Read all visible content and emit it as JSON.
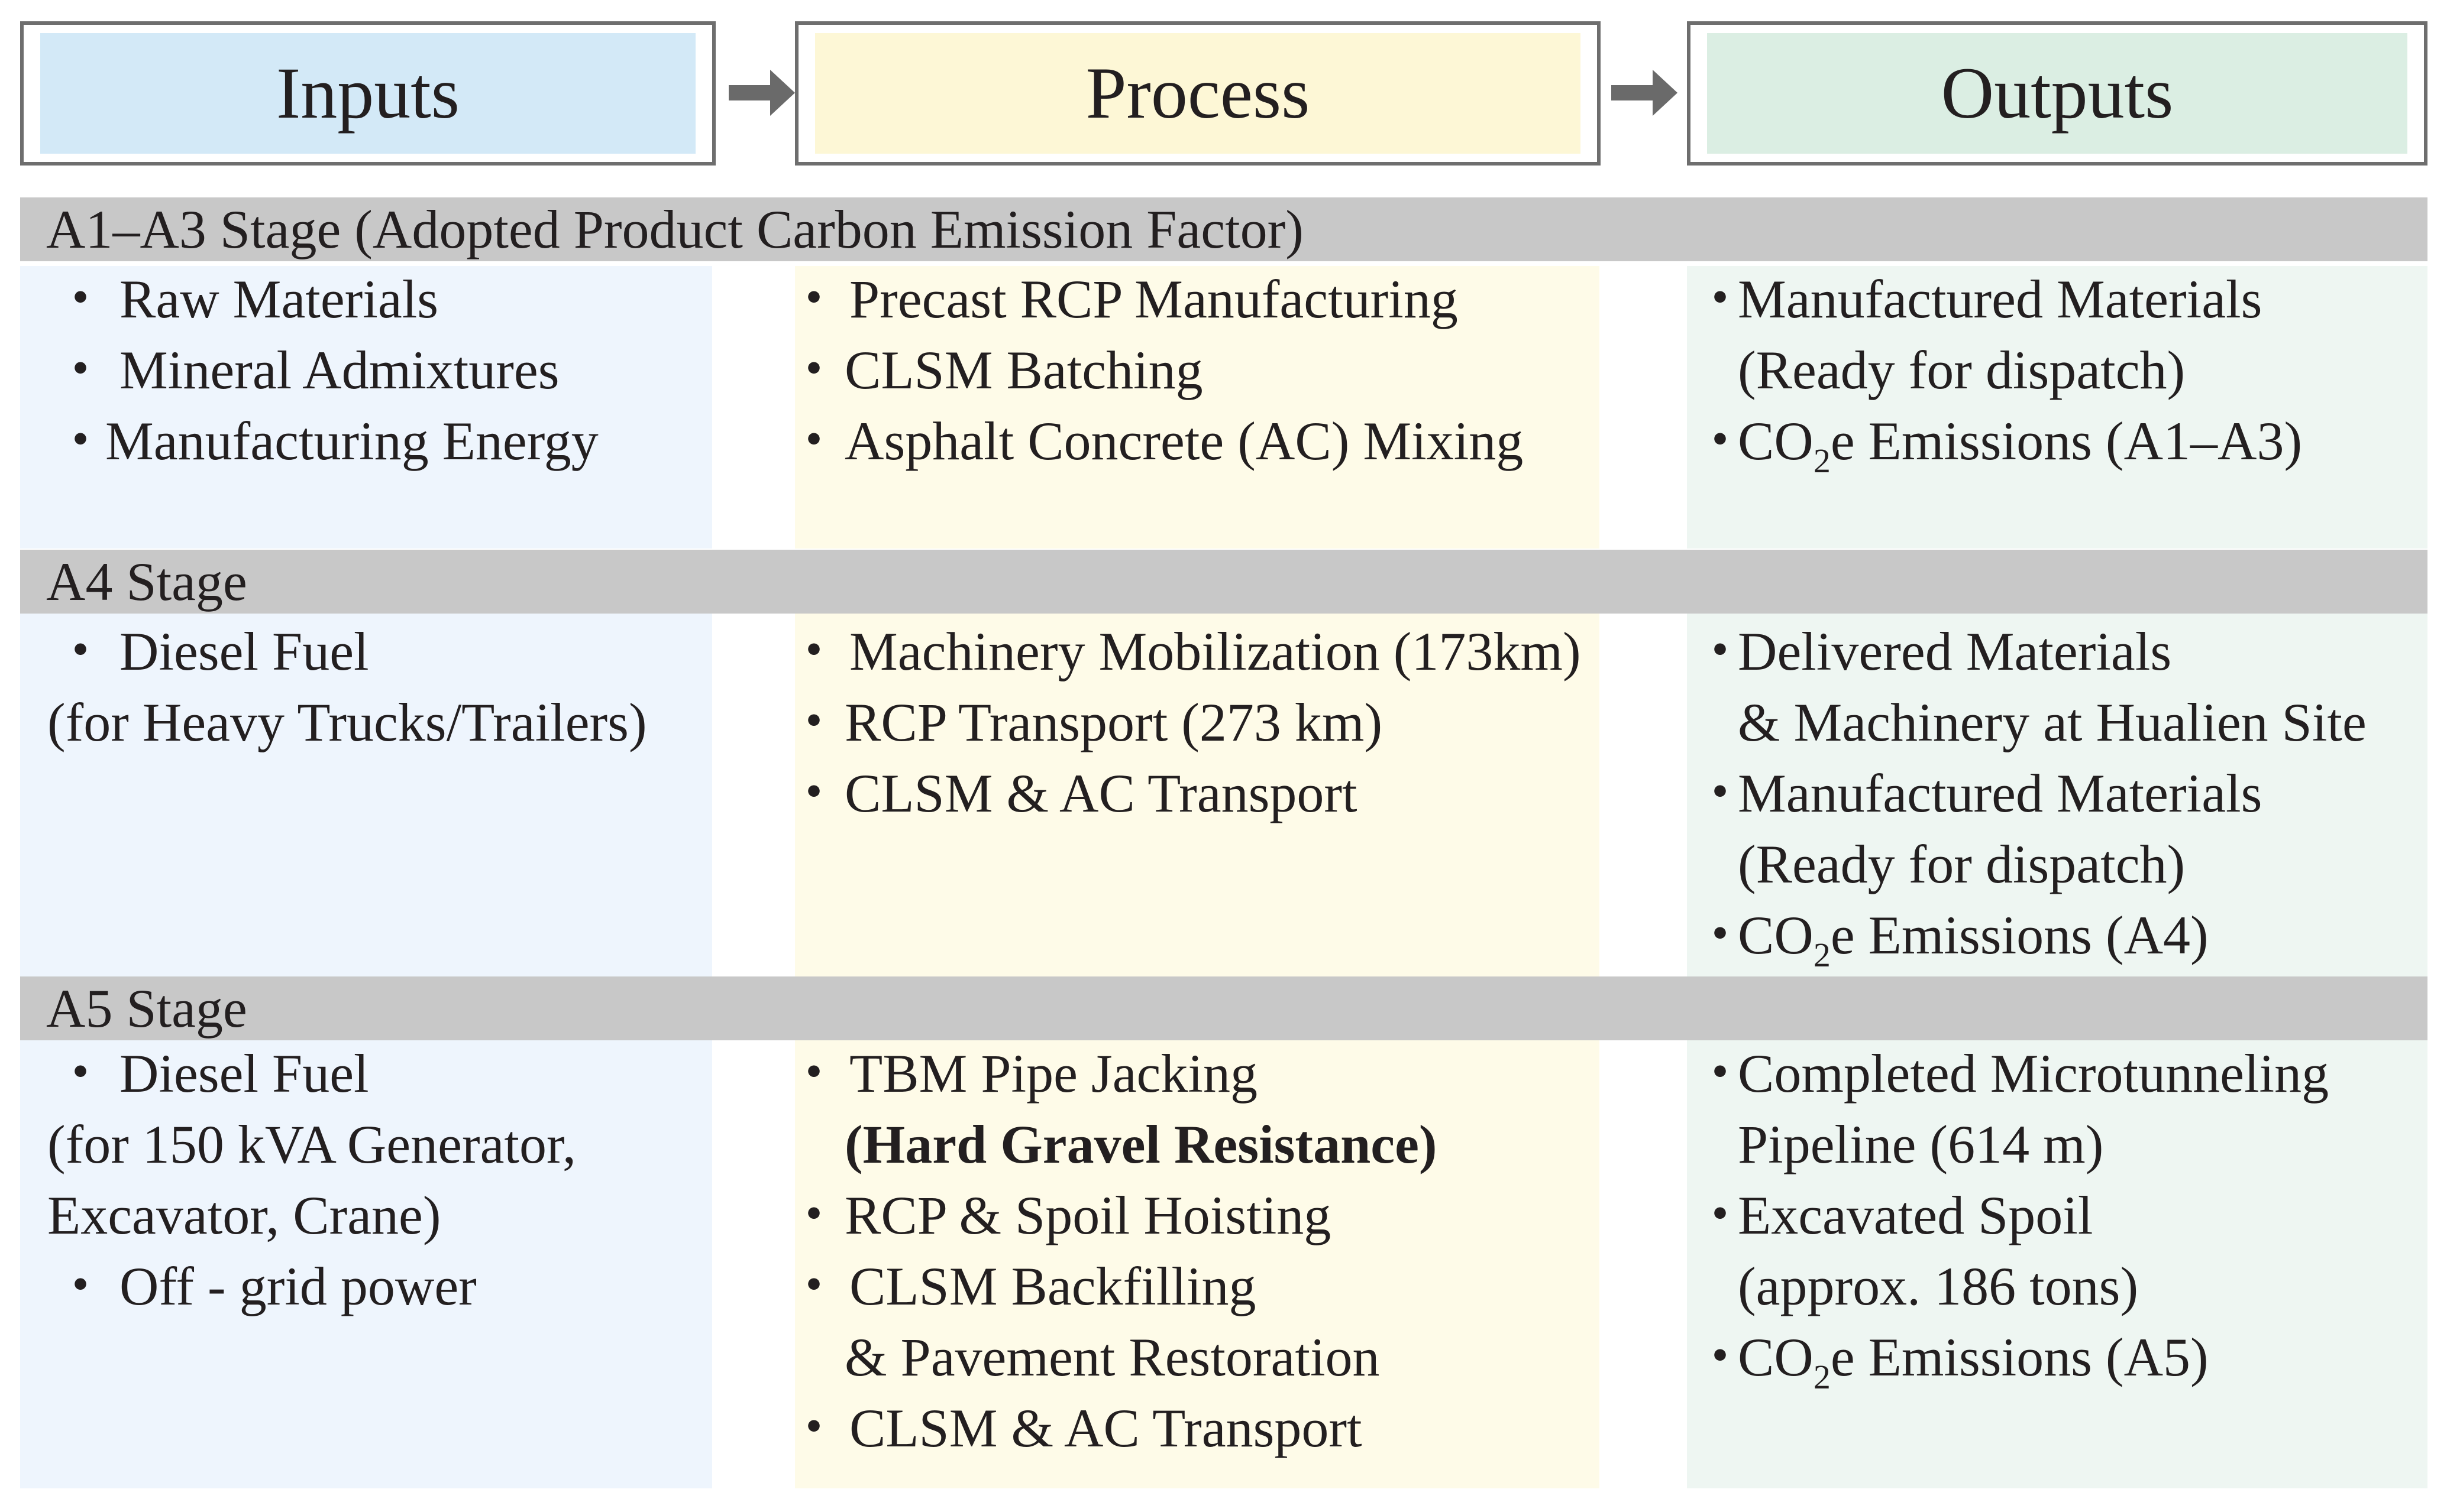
{
  "headers": {
    "inputs": "Inputs",
    "process": "Process",
    "outputs": "Outputs"
  },
  "colors": {
    "inputs_header": "#d3e9f7",
    "process_header": "#fdf7d6",
    "outputs_header": "#dbeee3",
    "stage_bar": "#c8c8c8",
    "inputs_column": "#eef5fd",
    "process_column": "#fefbe8",
    "outputs_column": "#eef6f2",
    "arrow": "#6a6a6a"
  },
  "bullet": "・",
  "stages": {
    "a1a3": {
      "title": "A1–A3 Stage (Adopted Product Carbon Emission Factor)",
      "inputs": [
        "Raw Materials",
        "Mineral Admixtures",
        "Manufacturing Energy"
      ],
      "process": [
        "Precast RCP Manufacturing",
        "CLSM Batching",
        "Asphalt Concrete (AC) Mixing"
      ],
      "outputs": {
        "item1_line1": "Manufactured Materials",
        "item1_line2": "(Ready for dispatch)",
        "co2_prefix": "CO",
        "co2_sub": "2",
        "co2_suffix": "e Emissions (A1–A3)"
      }
    },
    "a4": {
      "title": "A4 Stage",
      "inputs": {
        "line1": "Diesel Fuel",
        "line2": "(for Heavy Trucks/Trailers)"
      },
      "process": [
        "Machinery Mobilization (173km)",
        "RCP Transport (273 km)",
        "CLSM & AC Transport"
      ],
      "outputs": {
        "item1_line1": "Delivered Materials",
        "item1_line2": "& Machinery at Hualien Site",
        "item2_line1": "Manufactured Materials",
        "item2_line2": "(Ready for dispatch)",
        "co2_prefix": "CO",
        "co2_sub": "2",
        "co2_suffix": "e Emissions (A4)"
      }
    },
    "a5": {
      "title": "A5 Stage",
      "inputs": {
        "line1": "Diesel Fuel",
        "line2": "(for 150 kVA Generator,",
        "line3": "Excavator, Crane)",
        "line4": "Off - grid power"
      },
      "process": {
        "item1_line1": "TBM Pipe Jacking",
        "item1_line2": "(Hard Gravel Resistance)",
        "item2": "RCP & Spoil Hoisting",
        "item3_line1": "CLSM Backfilling",
        "item3_line2": "& Pavement Restoration",
        "item4": "CLSM & AC Transport"
      },
      "outputs": {
        "item1_line1": "Completed Microtunneling",
        "item1_line2": "Pipeline (614 m)",
        "item2_line1": "Excavated Spoil",
        "item2_line2": "(approx. 186 tons)",
        "co2_prefix": "CO",
        "co2_sub": "2",
        "co2_suffix": "e Emissions (A5)"
      }
    }
  }
}
